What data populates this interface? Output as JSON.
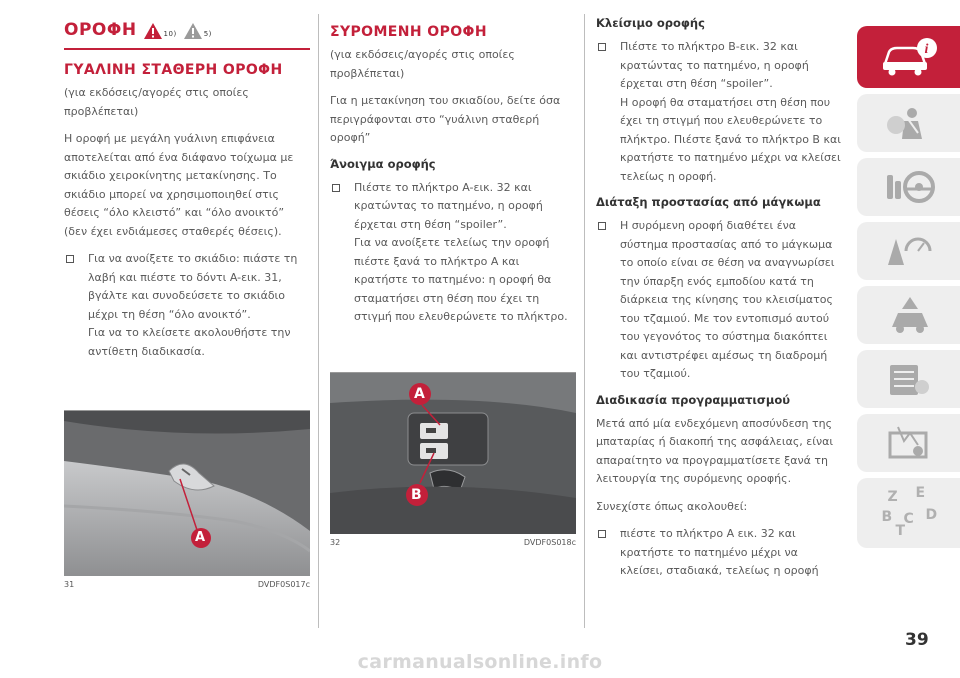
{
  "col1": {
    "title": "ΟΡΟΦΗ",
    "warn1_num": "10)",
    "warn2_num": "5)",
    "h2": "ΓΥΑΛΙΝΗ ΣΤΑΘΕΡΗ ΟΡΟΦΗ",
    "p1": "(για εκδόσεις/αγορές στις οποίες προβλέπεται)",
    "p2": "Η οροφή με μεγάλη γυάλινη επιφάνεια αποτελείται από ένα διάφανο τοίχωμα με σκιάδιο χειροκίνητης μετακίνησης. Το σκιάδιο μπορεί να χρησιμοποιηθεί στις θέσεις “όλο κλειστό” και “όλο ανοικτό” (δεν έχει ενδιάμεσες σταθερές θέσεις).",
    "bullet1_a": "Για να ανοίξετε το σκιάδιο: πιάστε τη λαβή και πιέστε το δόντι A-εικ. 31, βγάλτε και συνοδεύσετε το σκιάδιο μέχρι τη θέση “όλο ανοικτό”.",
    "bullet1_b": "Για να το κλείσετε ακολουθήστε την αντίθετη διαδικασία.",
    "fig_label_a": "A",
    "fig_num": "31",
    "fig_code": "DVDF0S017c"
  },
  "col2": {
    "h2": "ΣΥΡΟΜΕΝΗ ΟΡΟΦΗ",
    "p1": "(για εκδόσεις/αγορές στις οποίες προβλέπεται)",
    "p2": "Για η μετακίνηση του σκιαδίου, δείτε όσα περιγράφονται στο “γυάλινη σταθερή οροφή”",
    "h3": "Άνοιγμα οροφής",
    "bullet1_a": "Πιέστε το πλήκτρο A-εικ. 32 και κρατώντας το πατημένο, η οροφή έρχεται στη θέση “spoiler”.",
    "bullet1_b": "Για να ανοίξετε τελείως την οροφή πιέστε ξανά το πλήκτρο A και κρατήστε το πατημένο: η οροφή θα σταματήσει στη θέση που έχει τη στιγμή που ελευθερώνετε το πλήκτρο.",
    "fig_label_a": "A",
    "fig_label_b": "B",
    "fig_num": "32",
    "fig_code": "DVDF0S018c"
  },
  "col3": {
    "h3a": "Κλείσιμο οροφής",
    "bullet1_a": "Πιέστε το πλήκτρο B-εικ. 32 και κρατώντας το πατημένο, η οροφή έρχεται στη θέση “spoiler”.",
    "bullet1_b": "Η οροφή θα σταματήσει στη θέση που έχει τη στιγμή που ελευθερώνετε το πλήκτρο. Πιέστε ξανά το πλήκτρο B και κρατήστε το πατημένο μέχρι να κλείσει τελείως η οροφή.",
    "h3b": "Διάταξη προστασίας από μάγκωμα",
    "bullet2": "Η συρόμενη οροφή διαθέτει ένα σύστημα προστασίας από το μάγκωμα το οποίο είναι σε θέση να αναγνωρίσει την ύπαρξη ενός εμποδίου κατά τη διάρκεια της κίνησης του κλεισίματος του τζαμιού. Με τον εντοπισμό αυτού του γεγονότος το σύστημα διακόπτει και αντιστρέφει αμέσως τη διαδρομή του τζαμιού.",
    "h3c": "Διαδικασία προγραμματισμού",
    "p1": "Μετά από μία ενδεχόμενη αποσύνδεση της μπαταρίας ή διακοπή της ασφάλειας, είναι απαραίτητο να προγραμματίσετε ξανά τη λειτουργία της συρόμενης οροφής.",
    "p2": "Συνεχίστε όπως ακολουθεί:",
    "bullet3": "πιέστε το πλήκτρο A εικ. 32 και κρατήστε το πατημένο μέχρι να κλείσει, σταδιακά, τελείως η οροφή"
  },
  "sidebar": {
    "tabs": [
      "car-info-icon",
      "airbag-icon",
      "steering-wheel-icon",
      "warning-light-icon",
      "breakdown-icon",
      "maintenance-icon",
      "data-sheet-icon",
      "index-icon"
    ],
    "index_letters": [
      "Z",
      "E",
      "B",
      "C",
      "T",
      "D"
    ]
  },
  "page_number": "39",
  "watermark": "carmanualsonline.info",
  "colors": {
    "brand_red": "#c3203a",
    "text": "#5a5a5a",
    "tab_bg": "#eeeeee"
  }
}
